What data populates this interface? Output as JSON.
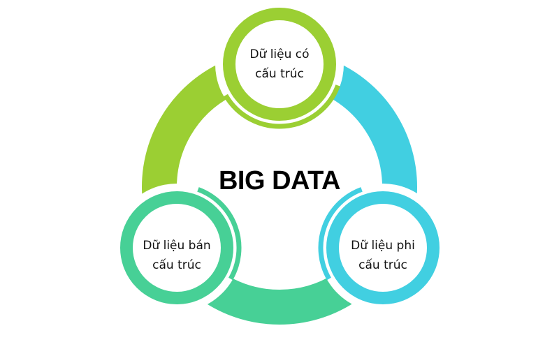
{
  "title": "BIG DATA",
  "nodes": [
    {
      "label_line1": "Dữ liệu có",
      "label_line2": "cấu trúc",
      "color": "#9BCF33"
    },
    {
      "label_line1": "Dữ liệu phi",
      "label_line2": "cấu trúc",
      "color": "#41CFE1"
    },
    {
      "label_line1": "Dữ liệu bán",
      "label_line2": "cấu trúc",
      "color": "#47D096"
    }
  ]
}
